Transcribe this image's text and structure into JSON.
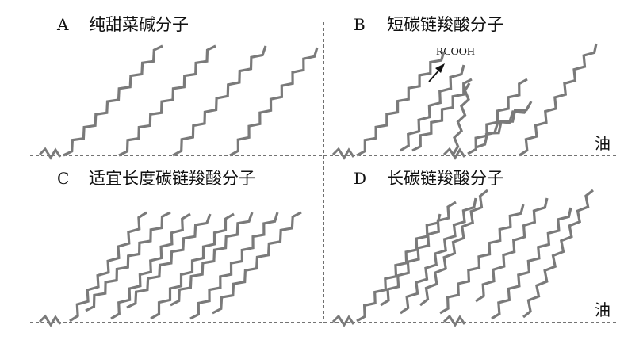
{
  "panels": [
    {
      "letter": "A",
      "title": "纯甜菜碱分子",
      "oil_label": ""
    },
    {
      "letter": "B",
      "title": "短碳链羧酸分子",
      "oil_label": "油",
      "annotation": "RCOOH"
    },
    {
      "letter": "C",
      "title": "适宜长度碳链羧酸分子",
      "oil_label": ""
    },
    {
      "letter": "D",
      "title": "长碳链羧酸分子",
      "oil_label": "油"
    }
  ],
  "colors": {
    "chain": "#7a7a7a",
    "text": "#111111",
    "line": "#222222"
  }
}
